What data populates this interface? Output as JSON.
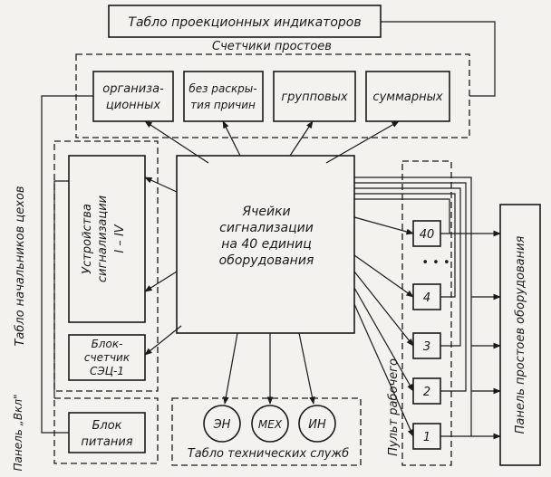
{
  "projection_board": {
    "title": "Табло проекционных индикаторов"
  },
  "downtime_counters": {
    "title": "Счетчики простоев",
    "items": [
      {
        "lines": [
          "организа-",
          "ционных"
        ]
      },
      {
        "lines": [
          "без раскры-",
          "тия причин"
        ]
      },
      {
        "lines": [
          "групповых"
        ]
      },
      {
        "lines": [
          "суммарных"
        ]
      }
    ]
  },
  "shop_chiefs_board": {
    "title": "Табло начальников цехов"
  },
  "signaling_devices": {
    "lines": [
      "Устройства",
      "сигнализации",
      "I – IV"
    ]
  },
  "counter_block": {
    "lines": [
      "Блок-",
      "счетчик",
      "СЭЦ-1"
    ]
  },
  "power_block": {
    "lines": [
      "Блок",
      "питания"
    ]
  },
  "panel_on": {
    "title": "Панель „Вкл\""
  },
  "signal_cells": {
    "lines": [
      "Ячейки",
      "сигнализации",
      "на 40 единиц",
      "оборудования"
    ]
  },
  "tech_services": {
    "title": "Табло технических служб",
    "indicators": [
      "ЭН",
      "МЕХ",
      "ИН"
    ]
  },
  "worker_console": {
    "title": "Пульт рабочего",
    "cells": [
      "40",
      "4",
      "3",
      "2",
      "1"
    ],
    "ellipsis": "• • •"
  },
  "downtime_panel": {
    "title": "Панель простоев оборудования"
  }
}
